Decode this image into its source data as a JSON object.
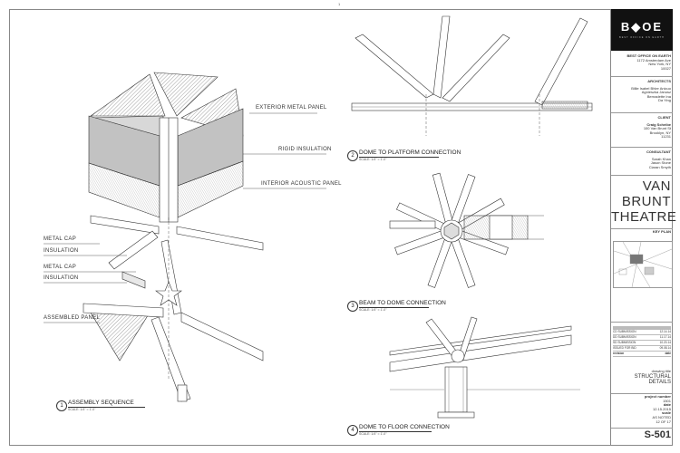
{
  "top_mark": "1",
  "views": {
    "v1": {
      "number": "1",
      "title": "ASSEMBLY SEQUENCE",
      "scale": "SCALE: 1/4\" = 1'-0\""
    },
    "v2": {
      "number": "2",
      "title": "DOME TO PLATFORM CONNECTION",
      "scale": "SCALE: 1/4\" = 1'-0\""
    },
    "v3": {
      "number": "3",
      "title": "BEAM TO DOME CONNECTION",
      "scale": "SCALE: 1/4\" = 1'-0\""
    },
    "v4": {
      "number": "4",
      "title": "DOME TO FLOOR CONNECTION",
      "scale": "SCALE: 1/4\" = 1'-0\""
    }
  },
  "labels": {
    "exterior_metal_panel": "EXTERIOR METAL PANEL",
    "rigid_insulation": "RIGID INSULATION",
    "interior_acoustic_panel": "INTERIOR ACOUSTIC PANEL",
    "metal_cap_1": "METAL CAP",
    "insulation_1": "INSULATION",
    "metal_cap_2": "METAL CAP",
    "insulation_2": "INSULATION",
    "assembled_panel": "ASSEMBLED PANEL"
  },
  "title_block": {
    "logo": "B◆OE",
    "logo_sub": "BEST OFFICE ON EARTH",
    "office": {
      "name": "BEST OFFICE ON EARTH",
      "address1": "1172 Amsterdam Ave",
      "address2": "New York, NY",
      "zip": "10027"
    },
    "architects": {
      "heading": "ARCHITECTS",
      "names": [
        "Billie Isabel Bhler Anicuo",
        "Agnieszka Janusz",
        "Bernadette Ina",
        "Da Ying"
      ]
    },
    "client": {
      "heading": "CLIENT",
      "name": "Craig Scheibe",
      "address1": "100 Van Brunt St",
      "address2": "Brooklyn, NY",
      "zip": "11231"
    },
    "consultant": {
      "heading": "CONSULTANT",
      "names": [
        "Sarah Khan",
        "Jason Stone",
        "Ciaran Smyth"
      ]
    },
    "project_name": [
      "VAN",
      "BRUNT",
      "THEATRE"
    ],
    "key_plan": "KEY PLAN",
    "revisions": [
      {
        "no": "",
        "label": "CD SUBMISSION",
        "date": "12.14.14"
      },
      {
        "no": "",
        "label": "DD SUBMISSION",
        "date": "11.17.14"
      },
      {
        "no": "",
        "label": "SD SUBMISSION",
        "date": "10.20.14"
      },
      {
        "no": "",
        "label": "ISSUED FOR BID",
        "date": "09.08.14"
      }
    ],
    "rev_header": {
      "revision": "revision",
      "date": "date"
    },
    "drawing_title_label": "drawing title",
    "drawing_title": "STRUCTURAL DETAILS",
    "project_number_label": "project number",
    "project_number": "1501",
    "date_label": "date",
    "date": "12.15.2015",
    "scale_label": "scale",
    "scale": "AS NOTED",
    "sheet_of": "12 OF 17",
    "sheet_number": "S-501"
  }
}
